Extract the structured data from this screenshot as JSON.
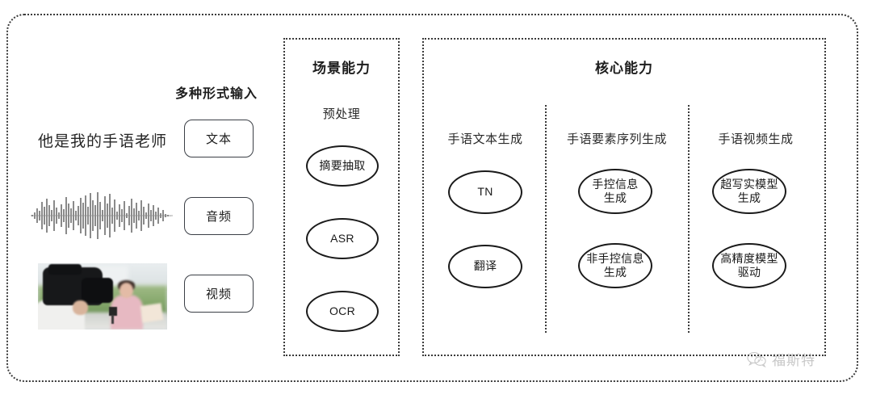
{
  "diagram": {
    "input_section": {
      "heading": "多种形式输入",
      "sample_text": "他是我的手语老师",
      "items": [
        {
          "label": "文本",
          "media": "text-sample"
        },
        {
          "label": "音频",
          "media": "audio-waveform"
        },
        {
          "label": "视频",
          "media": "video-thumbnail"
        }
      ]
    },
    "scene_panel": {
      "title": "场景能力",
      "subtitle": "预处理",
      "nodes": [
        "摘要抽取",
        "ASR",
        "OCR"
      ]
    },
    "core_panel": {
      "title": "核心能力",
      "columns": [
        {
          "header": "手语文本生成",
          "nodes": [
            "TN",
            "翻译"
          ]
        },
        {
          "header": "手语要素序列生成",
          "nodes": [
            "手控信息\n生成",
            "非手控信息\n生成"
          ]
        },
        {
          "header": "手语视频生成",
          "nodes": [
            "超写实模型\n生成",
            "高精度模型\n驱动"
          ]
        }
      ]
    },
    "watermark": {
      "text": "福斯特",
      "icon": "wechat-icon"
    },
    "colors": {
      "border": "#3a3a3a",
      "node_stroke": "#1a1a1a",
      "text": "#1d1d1d",
      "watermark": "#7b7b7b",
      "background": "#ffffff"
    }
  }
}
